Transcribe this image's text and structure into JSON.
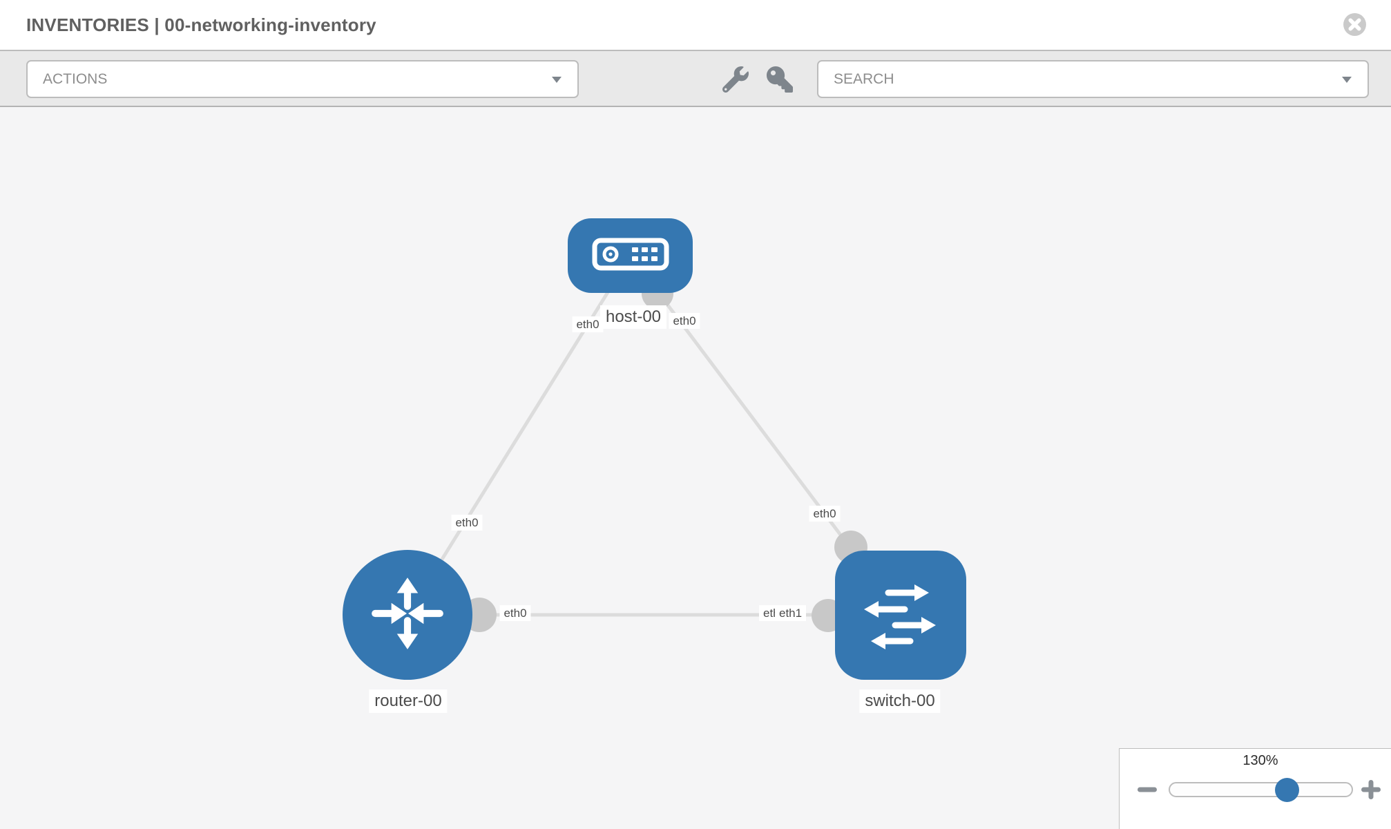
{
  "header": {
    "title": "INVENTORIES | 00-networking-inventory"
  },
  "toolbar": {
    "actions_label": "ACTIONS",
    "search_label": "SEARCH"
  },
  "topology": {
    "nodes": [
      {
        "name": "host-00",
        "type": "host"
      },
      {
        "name": "router-00",
        "type": "router"
      },
      {
        "name": "switch-00",
        "type": "switch"
      }
    ],
    "links": [
      {
        "from": "host-00",
        "from_interface": "eth0",
        "to": "router-00",
        "to_interface": "eth0"
      },
      {
        "from": "host-00",
        "from_interface": "eth0",
        "to": "switch-00",
        "to_interface": "eth0"
      },
      {
        "from": "router-00",
        "from_interface": "eth0",
        "to": "switch-00",
        "to_interface": "eth1"
      }
    ],
    "interface_labels": {
      "host_to_router": "eth0",
      "host_to_switch": "eth0",
      "router_diag": "eth0",
      "switch_diag": "eth0",
      "router_horizontal": "eth0",
      "switch_horizontal_back": "eth0",
      "switch_horizontal_front": "eth1"
    }
  },
  "zoom_control": {
    "percent": "130%",
    "value": 130
  },
  "colors": {
    "node_blue": "#3577b1",
    "link_gray": "#dcdcdc",
    "dot_gray": "#c8c8c8",
    "toolbar_bg": "#e9e9e9",
    "canvas_bg": "#f5f5f6"
  }
}
